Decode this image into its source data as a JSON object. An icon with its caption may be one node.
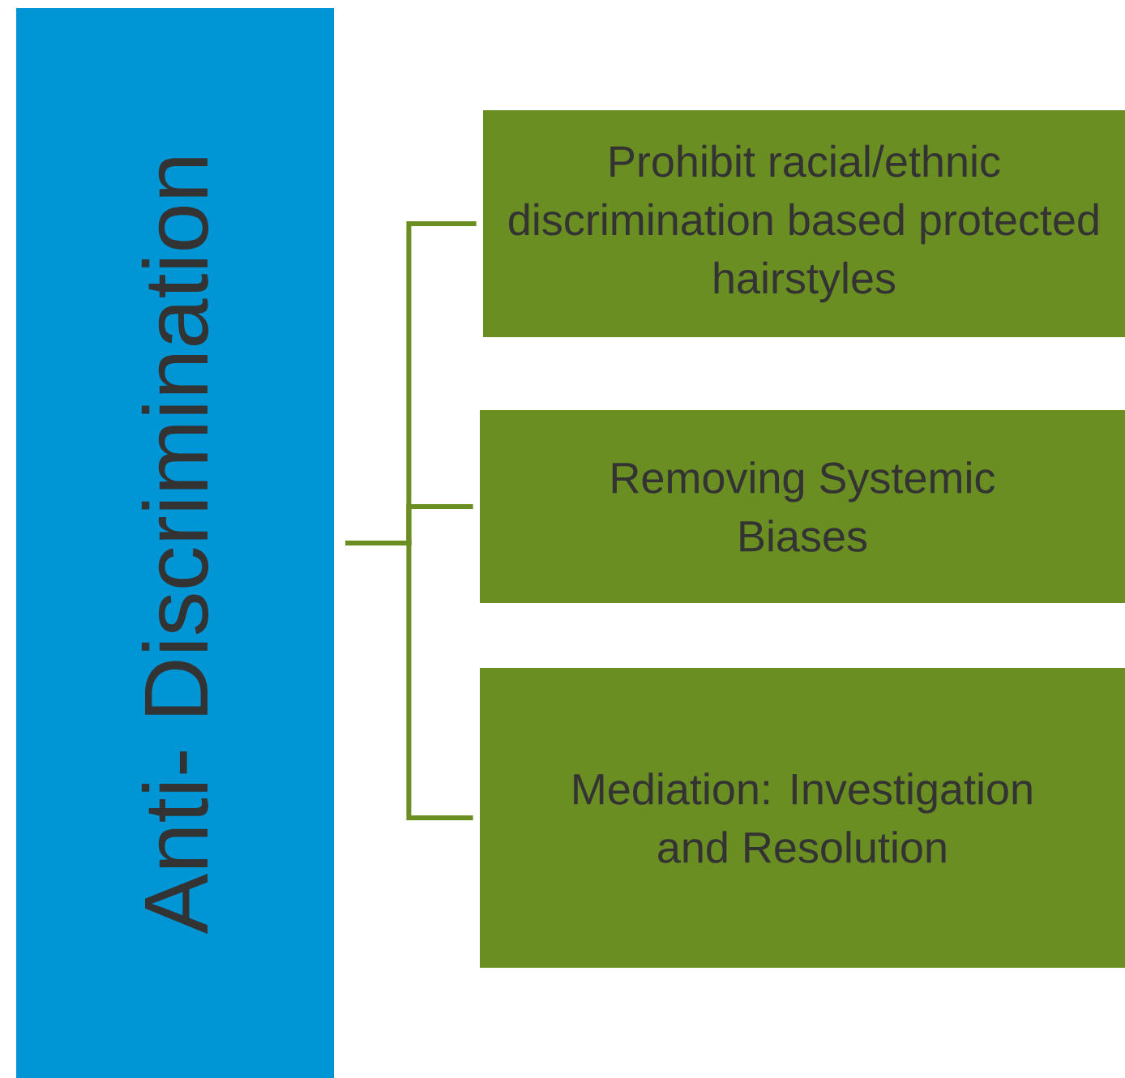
{
  "diagram": {
    "nodes": [
      {
        "text": [
          "Anti- Discrimination"
        ]
      },
      {
        "text": [
          "Prohibit racial/ethnic discrimination based protected hairstyles"
        ]
      },
      {
        "text": [
          "Removing Systemic Biases"
        ]
      },
      {
        "text": [
          "Mediation: Investigation and Resolution"
        ]
      }
    ],
    "edges": [
      {
        "from": 0,
        "to": 1,
        "arrow": "none"
      },
      {
        "from": 0,
        "to": 2,
        "arrow": "none"
      },
      {
        "from": 0,
        "to": 3,
        "arrow": "none"
      }
    ]
  }
}
